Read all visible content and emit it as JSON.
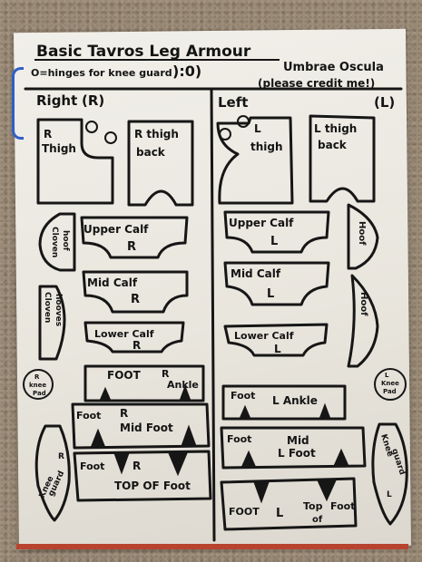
{
  "header": {
    "title": "Basic Tavros Leg Armour",
    "note": "O=hinges for knee guard",
    "emoticon": "):0)",
    "author": "Umbrae Oscula",
    "credit": "(please credit me!)"
  },
  "sections": {
    "right": {
      "label": "Right",
      "tag": "(R)"
    },
    "left": {
      "label": "Left",
      "tag": "(L)"
    }
  },
  "right_pieces": {
    "thigh": [
      "R",
      "Thigh"
    ],
    "thigh_back": [
      "R thigh",
      "back"
    ],
    "cloven_hoof": [
      "Cloven",
      "hoof"
    ],
    "upper_calf": [
      "Upper Calf",
      "R"
    ],
    "cloven_hooves": [
      "Cloven",
      "hooves"
    ],
    "mid_calf": [
      "Mid Calf",
      "R"
    ],
    "lower_calf": [
      "Lower Calf",
      "R"
    ],
    "knee_pad": [
      "R",
      "knee",
      "Pad"
    ],
    "foot_ankle": [
      "FOOT",
      "R",
      "Ankle"
    ],
    "mid_foot": [
      "Foot",
      "R",
      "Mid Foot"
    ],
    "knee_guard": [
      "Knee",
      "guard",
      "R"
    ],
    "top_of_foot": [
      "Foot",
      "R",
      "TOP OF Foot"
    ]
  },
  "left_pieces": {
    "thigh": [
      "L",
      "thigh"
    ],
    "thigh_back": [
      "L thigh",
      "back"
    ],
    "upper_calf": [
      "Upper Calf",
      "L"
    ],
    "hoof_1": "Hoof",
    "mid_calf": [
      "Mid Calf",
      "L"
    ],
    "hoof_2": "Hoof",
    "lower_calf": [
      "Lower Calf",
      "L"
    ],
    "knee_pad": [
      "L",
      "Knee",
      "Pad"
    ],
    "foot_ankle": [
      "Foot",
      "L Ankle"
    ],
    "mid_foot": [
      "Foot",
      "Mid",
      "L Foot"
    ],
    "knee_guard": [
      "Knee",
      "guard",
      "L"
    ],
    "top_of_foot": [
      "FOOT",
      "L",
      "Top",
      "of",
      "Foot"
    ]
  }
}
